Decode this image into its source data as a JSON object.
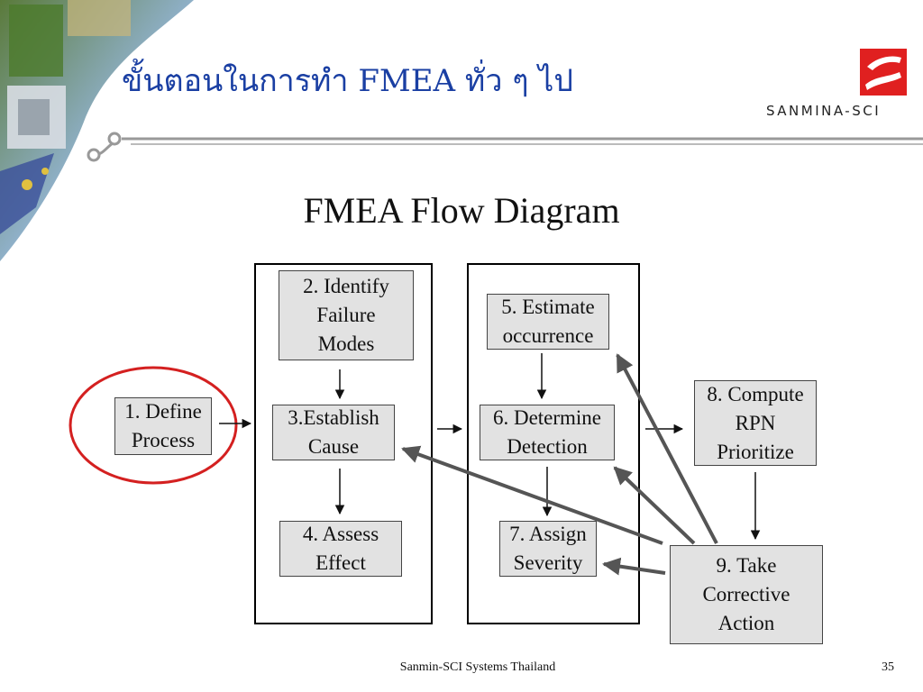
{
  "slide": {
    "title": "ขั้นตอนในการทำ FMEA ทั่ว ๆ ไป",
    "brand": "SANMINA-SCI",
    "footer": "Sanmin-SCI Systems Thailand",
    "page_number": "35"
  },
  "diagram": {
    "title": "FMEA Flow Diagram",
    "steps": [
      {
        "id": "1",
        "lines": [
          "1. Define",
          "Process"
        ]
      },
      {
        "id": "2",
        "lines": [
          "2. Identify",
          "Failure",
          "Modes"
        ]
      },
      {
        "id": "3",
        "lines": [
          "3.Establish",
          "Cause"
        ]
      },
      {
        "id": "4",
        "lines": [
          "4. Assess",
          "Effect"
        ]
      },
      {
        "id": "5",
        "lines": [
          "5. Estimate",
          "occurrence"
        ]
      },
      {
        "id": "6",
        "lines": [
          "6. Determine",
          "Detection"
        ]
      },
      {
        "id": "7",
        "lines": [
          "7. Assign",
          "Severity"
        ]
      },
      {
        "id": "8",
        "lines": [
          "8. Compute",
          "RPN",
          "Prioritize"
        ]
      },
      {
        "id": "9",
        "lines": [
          "9. Take",
          "Corrective",
          "Action"
        ]
      }
    ],
    "highlight_color": "#d42020"
  }
}
